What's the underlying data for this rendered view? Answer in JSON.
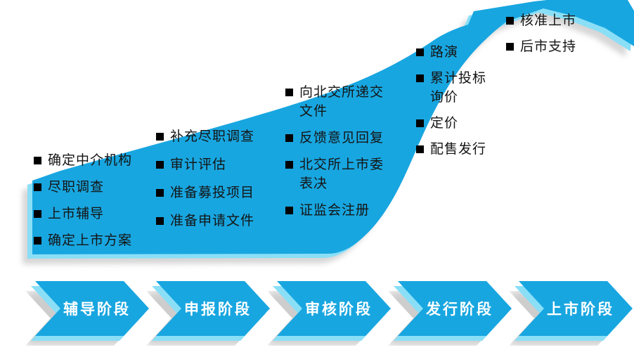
{
  "diagram_title": "",
  "columns": [
    {
      "stage_ref": "辅导阶段",
      "items": [
        "确定中介机构",
        "尽职调查",
        "上市辅导",
        "确定上市方案"
      ]
    },
    {
      "stage_ref": "申报阶段",
      "items": [
        "补充尽职调查",
        "审计评估",
        "准备募投项目",
        "准备申请文件"
      ]
    },
    {
      "stage_ref": "审核阶段",
      "items": [
        "向北交所递交文件",
        "反馈意见回复",
        "北交所上市委表决",
        "证监会注册"
      ]
    },
    {
      "stage_ref": "发行阶段",
      "items": [
        "路演",
        "累计投标询价",
        "定价",
        "配售发行"
      ]
    },
    {
      "stage_ref": "上市阶段",
      "items": [
        "核准上市",
        "后市支持"
      ]
    }
  ],
  "stages": [
    "辅导阶段",
    "申报阶段",
    "审核阶段",
    "发行阶段",
    "上市阶段"
  ],
  "icons": {
    "bullet": "black-square-icon",
    "flow": "up-right-arrow-icon",
    "stage": "right-chevron-icon"
  },
  "colors": {
    "arrow_blue": "#18A6E0",
    "bevel_cyan": "#8ADFF7",
    "shadow_gray": "#ADADAD",
    "text_black": "#141414",
    "stage_text": "#FFFFFF"
  }
}
